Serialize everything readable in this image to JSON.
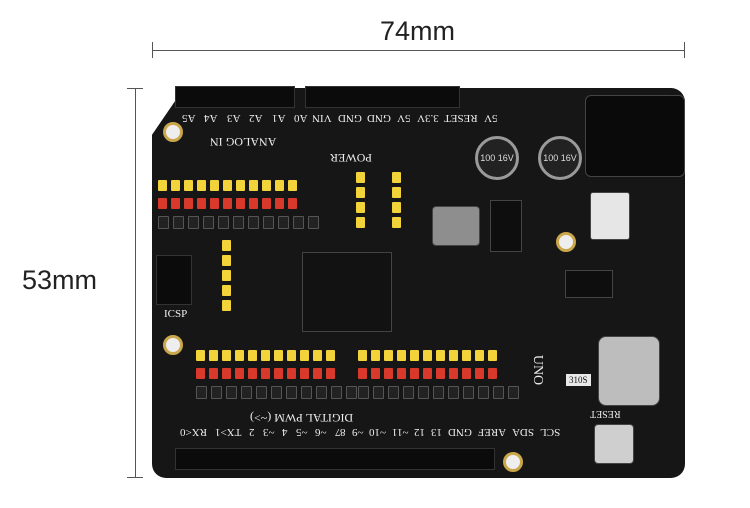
{
  "dimensions": {
    "width_label": "74mm",
    "height_label": "53mm"
  },
  "board": {
    "labels": {
      "analog_in": "ANALOG IN",
      "power": "POWER",
      "digital_pwm": "DIGITAL PWM (~>)",
      "uno": "UNO",
      "reset": "RESET",
      "icsp": "ICSP"
    },
    "analog_pins": [
      "A5",
      "A4",
      "A3",
      "A2",
      "A1",
      "A0"
    ],
    "power_pins": [
      "VIN",
      "GND",
      "GND",
      "5V",
      "3.3V",
      "RESET",
      "5V"
    ],
    "digital_pins_left": [
      "RX<0",
      "TX>1",
      "2",
      "~3",
      "4",
      "~5",
      "~6",
      "7"
    ],
    "digital_pins_right": [
      "8",
      "~9",
      "~10",
      "~11",
      "12",
      "13",
      "GND",
      "AREF",
      "SDA",
      "SCL"
    ],
    "cap_label": "100 16V",
    "chip_label": "310S"
  }
}
